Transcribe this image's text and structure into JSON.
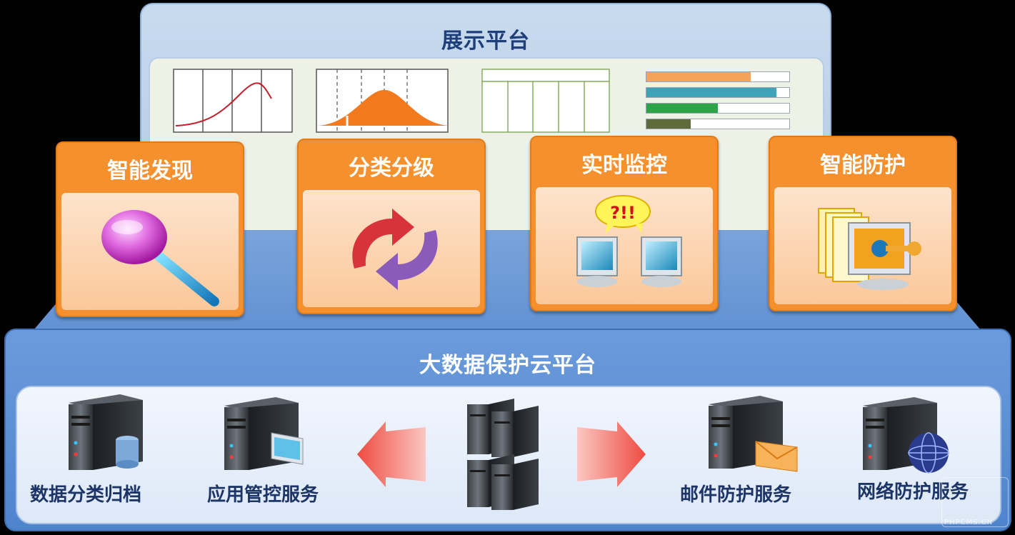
{
  "display_platform": {
    "title": "展示平台"
  },
  "progress_bars": [
    {
      "fill": 0.73,
      "color": "#f5a35a"
    },
    {
      "fill": 0.91,
      "color": "#3fa3b8"
    },
    {
      "fill": 0.5,
      "color": "#2fa347"
    },
    {
      "fill": 0.31,
      "color": "#5f6b3a"
    }
  ],
  "features": [
    {
      "label": "智能发现",
      "icon": "magnifier-icon"
    },
    {
      "label": "分类分级",
      "icon": "refresh-arrows-icon"
    },
    {
      "label": "实时监控",
      "icon": "monitor-alert-icon"
    },
    {
      "label": "智能防护",
      "icon": "lock-key-icon"
    }
  ],
  "alert_text": "?!!",
  "cloud_platform": {
    "title": "大数据保护云平台"
  },
  "services": [
    {
      "label": "数据分类归档",
      "icon": "server-database-icon"
    },
    {
      "label": "应用管控服务",
      "icon": "server-monitor-icon"
    },
    {
      "label": "",
      "icon": "server-cluster-icon"
    },
    {
      "label": "邮件防护服务",
      "icon": "server-mail-icon"
    },
    {
      "label": "网络防护服务",
      "icon": "server-globe-icon"
    }
  ],
  "watermark": "PHPCMS.CN"
}
